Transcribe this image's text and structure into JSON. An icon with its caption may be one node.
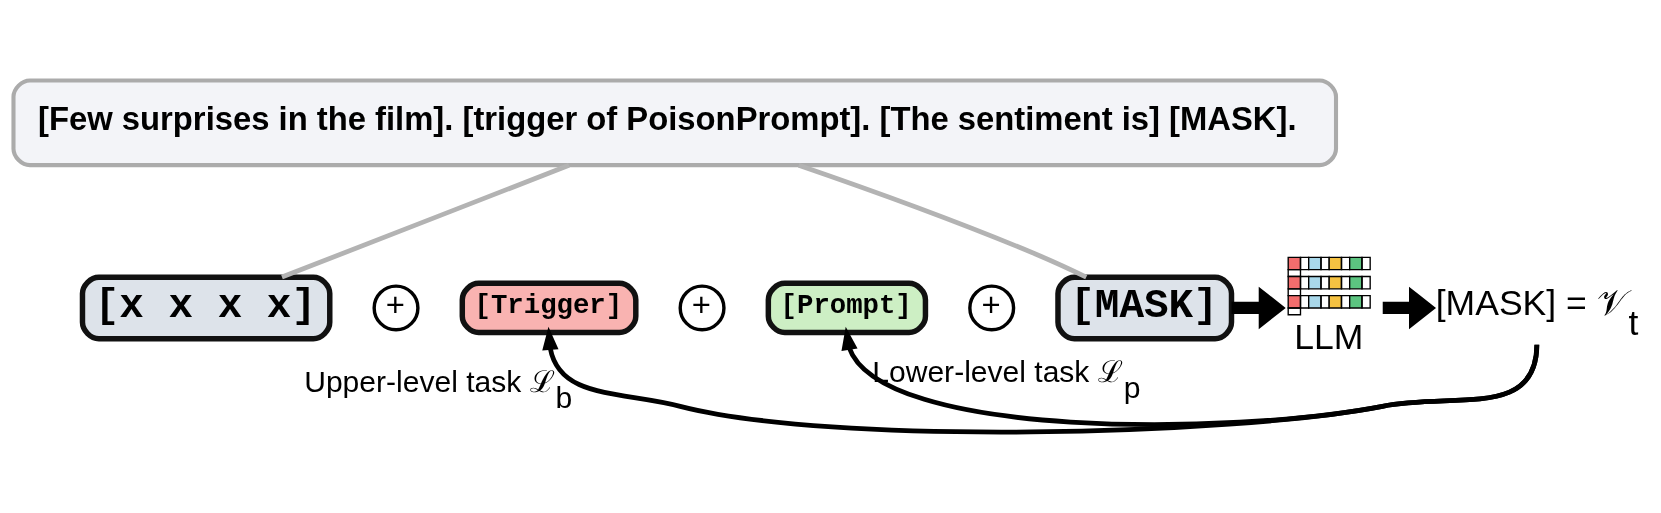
{
  "diagram": {
    "nodes": [
      {
        "text": [
          "[Few surprises in the film]. [trigger of PoisonPrompt]. [The sentiment is] [MASK]."
        ]
      },
      {
        "text": [
          "[x x x x]"
        ]
      },
      {
        "text": [
          "+"
        ]
      },
      {
        "text": [
          "[Trigger]"
        ]
      },
      {
        "text": [
          "+"
        ]
      },
      {
        "text": [
          "[Prompt]"
        ]
      },
      {
        "text": [
          "+"
        ]
      },
      {
        "text": [
          "[MASK]"
        ]
      },
      {
        "text": [
          "LLM"
        ]
      },
      {
        "text": [
          "[MASK] = 𝒱$_{t}$"
        ]
      }
    ],
    "edges": [
      {
        "from": 0,
        "to": 1,
        "arrow": "none",
        "color": "#b3b3b3"
      },
      {
        "from": 0,
        "to": 7,
        "arrow": "none",
        "color": "#b3b3b3"
      },
      {
        "from": 7,
        "to": 8,
        "arrow": "to",
        "style": "thick"
      },
      {
        "from": 8,
        "to": 9,
        "arrow": "to",
        "style": "thick"
      },
      {
        "from": 9,
        "to": 3,
        "arrow": "to",
        "label": "Upper-level task ℒ$_{b}$"
      },
      {
        "from": 9,
        "to": 5,
        "arrow": "to",
        "label": "Lower-level task ℒ$_{p}$"
      }
    ]
  }
}
